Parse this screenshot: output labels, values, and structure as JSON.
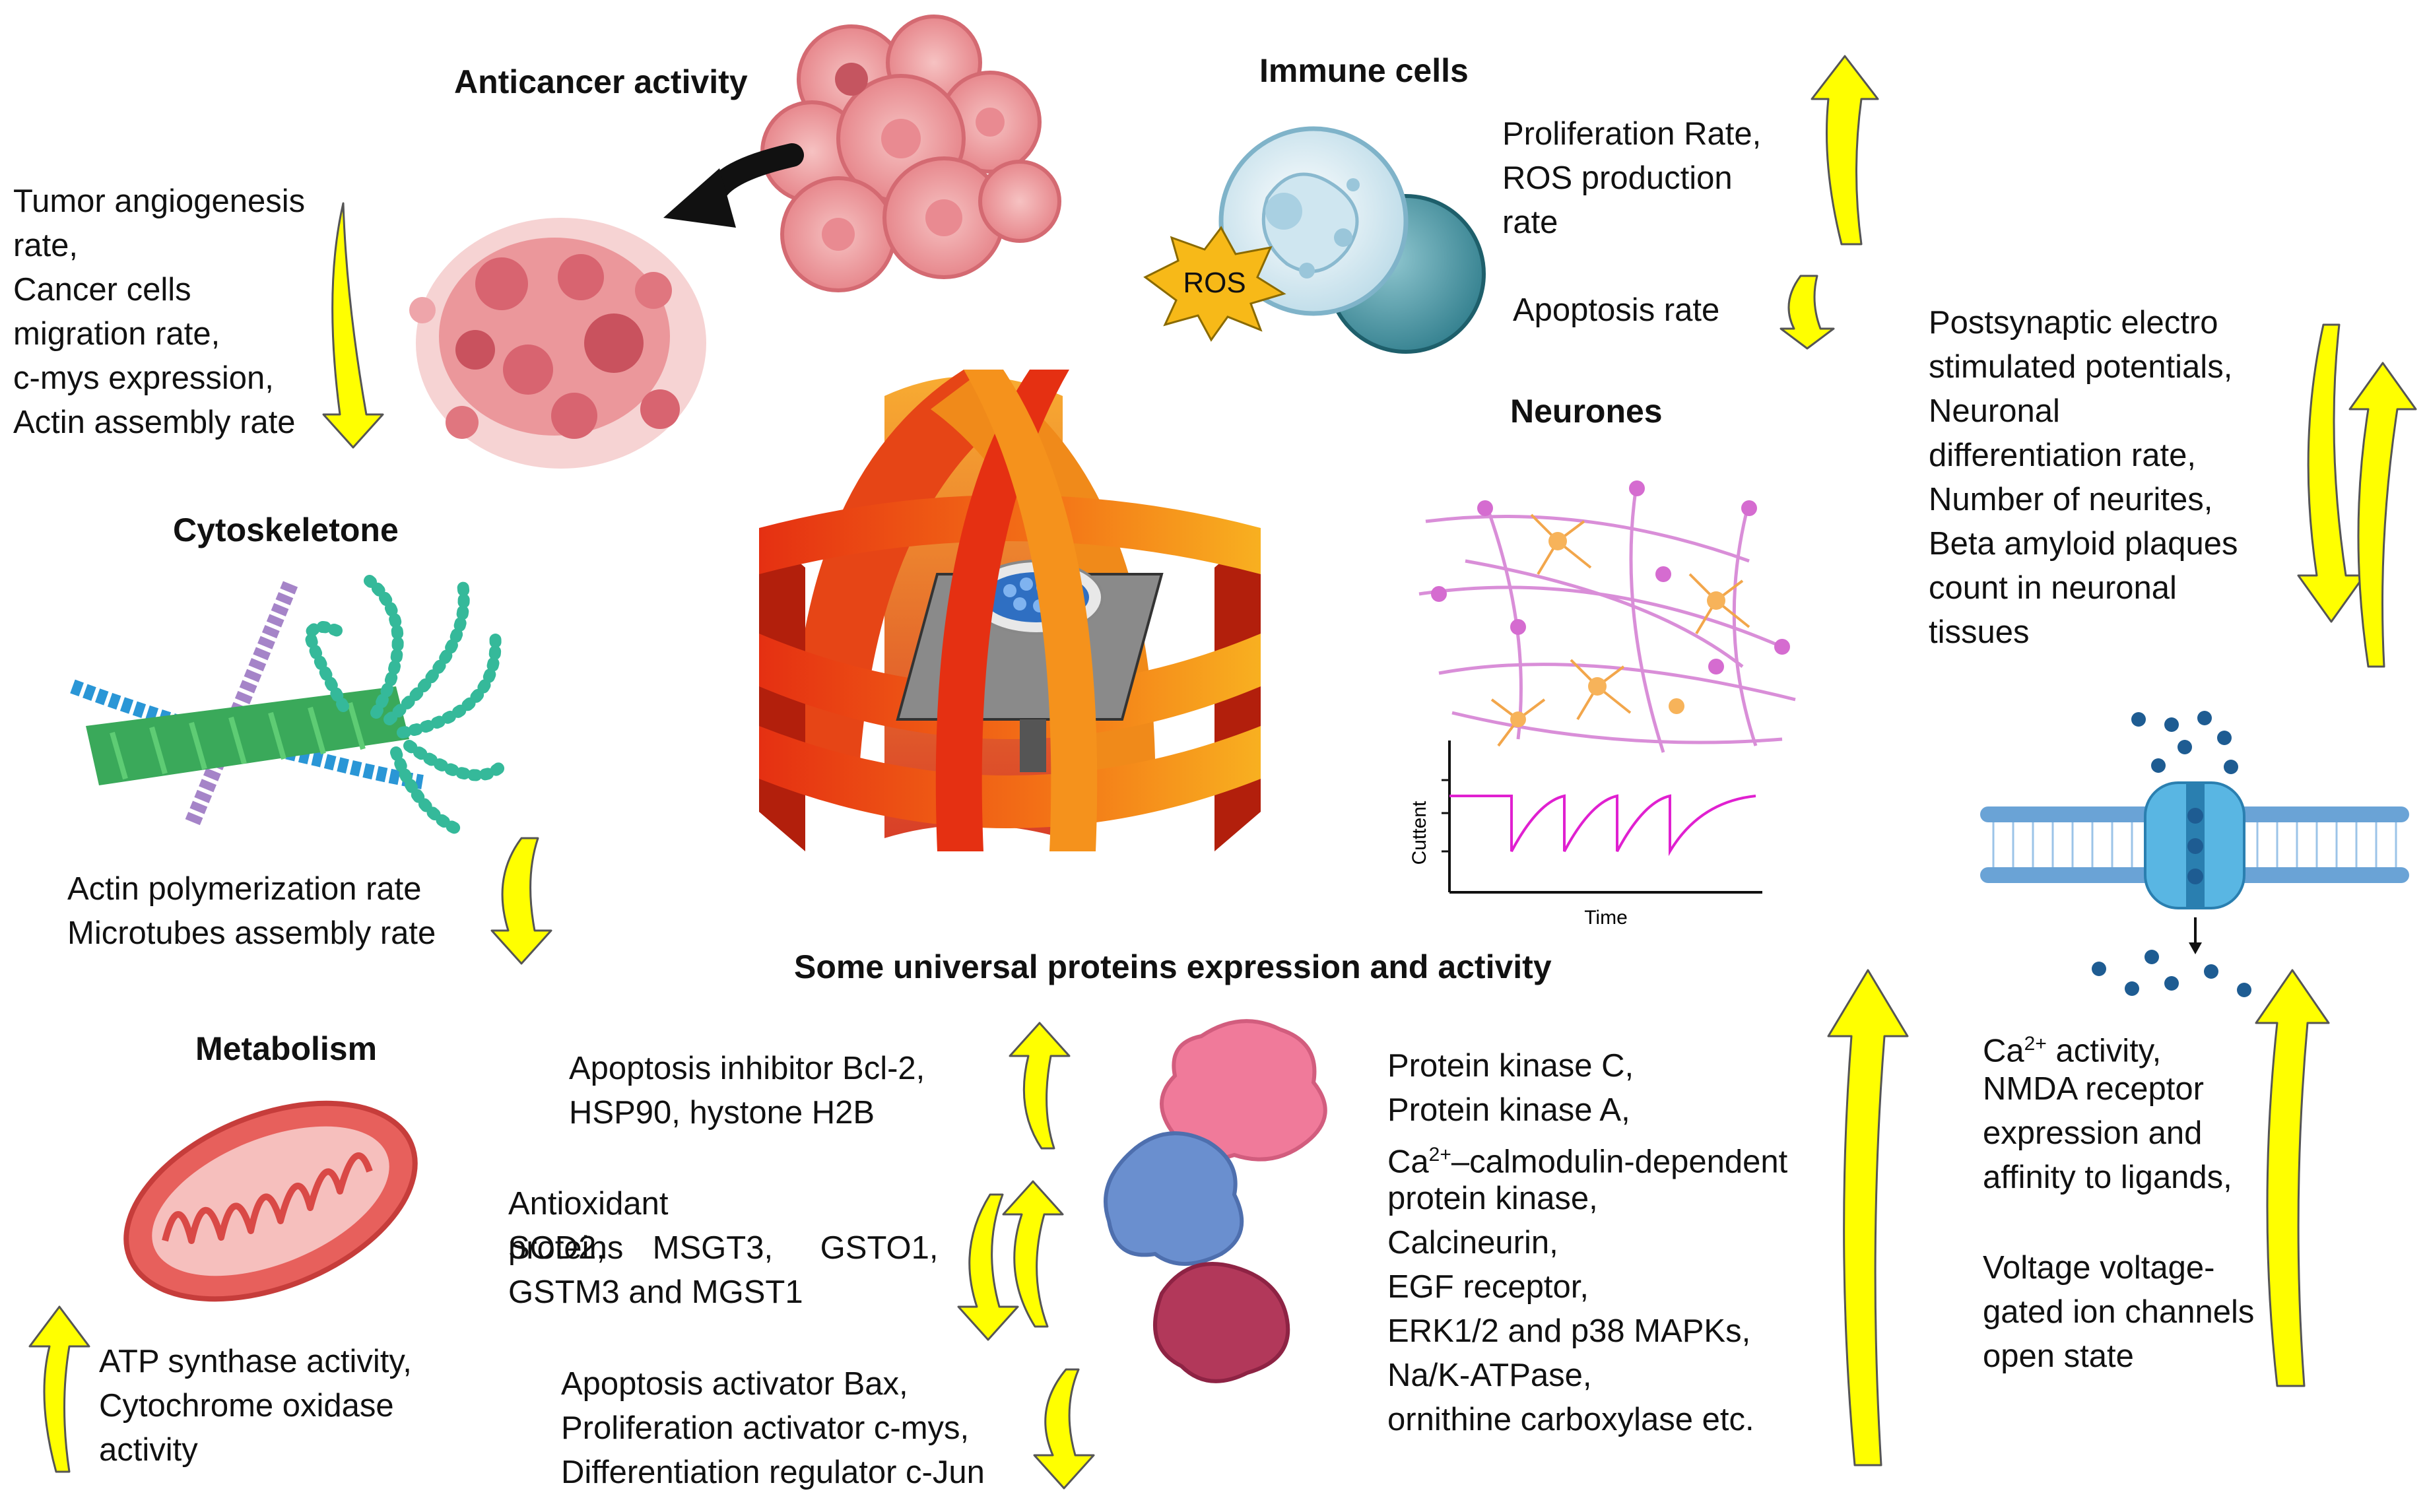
{
  "headings": {
    "anticancer": "Anticancer activity",
    "immune": "Immune cells",
    "neurones": "Neurones",
    "cytoskeletone": "Cytoskeletone",
    "metabolism": "Metabolism",
    "universal": "Some universal proteins expression and activity"
  },
  "texts": {
    "tumor": "Tumor angiogenesis\nrate,\nCancer cells\nmigration rate,\nc-mys expression,\nActin assembly rate",
    "immune_prolif": "Proliferation Rate,\nROS production\nrate",
    "apoptosis_rate": "Apoptosis rate",
    "ros_label": "ROS",
    "postsynaptic": "Postsynaptic electro\nstimulated  potentials,\nNeuronal\ndifferentiation rate,\nNumber of neurites,\nBeta amyloid plaques\ncount in neuronal\ntissues",
    "actin": "Actin polymerization rate\nMicrotubes assembly rate",
    "metabolism_text": "ATP synthase  activity,\nCytochrome oxidase\nactivity",
    "apoptosis_inhibitor": "Apoptosis inhibitor Bcl-2,\nHSP90, hystone H2B",
    "antioxidant_line1": "Antioxidant proteins",
    "antioxidant_line2": "SOD2, MSGT3, GSTO1,",
    "antioxidant_line3": "GSTM3 and MGST1",
    "apoptosis_activator": "Apoptosis activator Bax,\nProliferation activator c-mys,\nDifferentiation regulator c-Jun",
    "kinases_1": "Protein kinase C,\nProtein kinase A,",
    "kinases_ca": "Ca",
    "kinases_ca_sup": "2+",
    "kinases_ca_rest": "–calmodulin-dependent",
    "kinases_2": "protein kinase,\nCalcineurin,\nEGF receptor,\nERK1/2 and p38 MAPKs,\nNa/K-ATPase,\nornithine carboxylase etc.",
    "ca_label": "Ca",
    "ca_sup": "2+",
    "ca_rest": " activity,",
    "nmda": "NMDA receptor\nexpression and\naffinity to ligands,",
    "voltage": "Voltage voltage-\ngated ion channels\nopen state"
  },
  "graph": {
    "ylabel": "Cuttent",
    "xlabel": "Time"
  },
  "colors": {
    "arrow_fill": "#ffff00",
    "cage_red": "#e53012",
    "cage_orange": "#f7a21b",
    "trace": "#e020d0"
  }
}
